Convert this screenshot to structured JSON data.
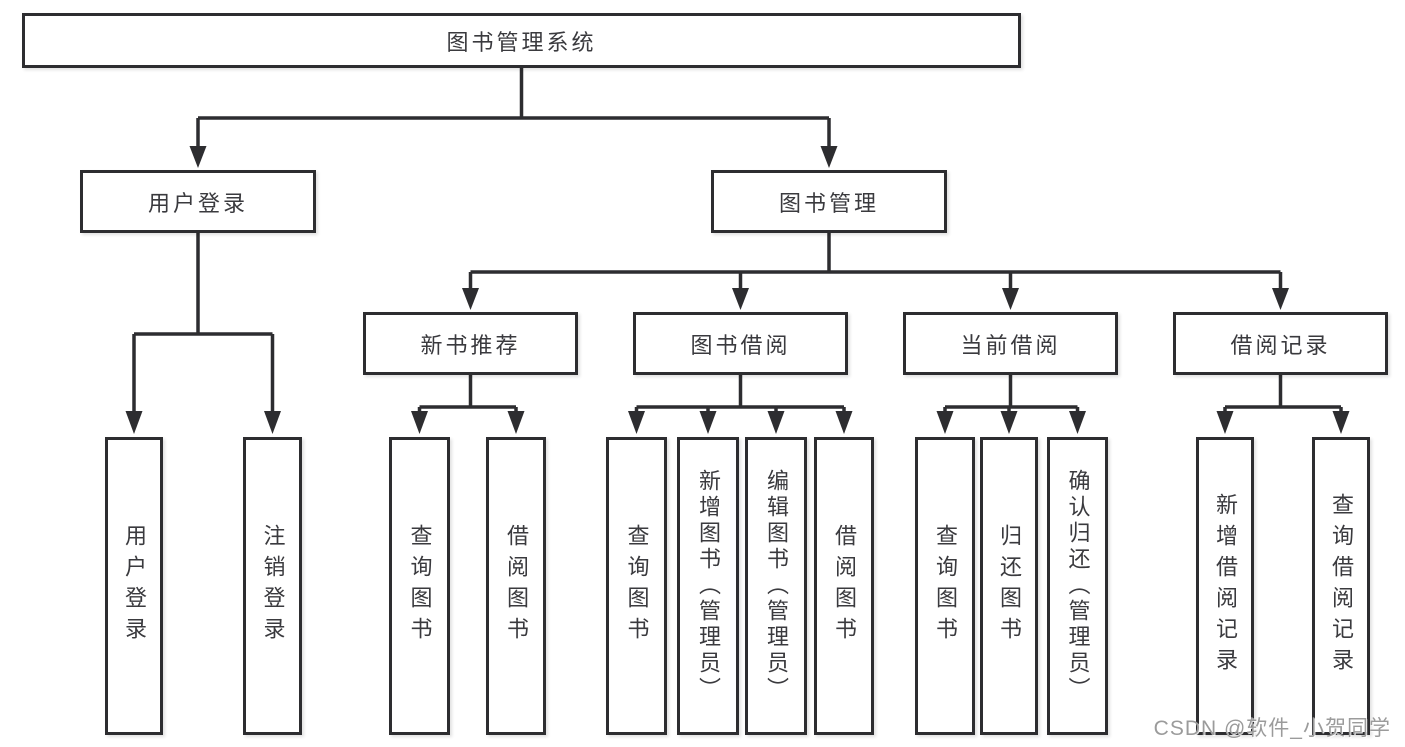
{
  "diagram": {
    "type": "hierarchy-tree",
    "root": {
      "label": "图书管理系统"
    },
    "level1": [
      {
        "label": "用户登录"
      },
      {
        "label": "图书管理"
      }
    ],
    "level2": [
      {
        "label": "新书推荐",
        "parent": "图书管理"
      },
      {
        "label": "图书借阅",
        "parent": "图书管理"
      },
      {
        "label": "当前借阅",
        "parent": "图书管理"
      },
      {
        "label": "借阅记录",
        "parent": "图书管理"
      }
    ],
    "leaves": {
      "user_login": [
        {
          "label": "用户登录"
        },
        {
          "label": "注销登录"
        }
      ],
      "new_book": [
        {
          "label": "查询图书"
        },
        {
          "label": "借阅图书"
        }
      ],
      "book_borrow": [
        {
          "label": "查询图书"
        },
        {
          "label": "新增图书（管理员）"
        },
        {
          "label": "编辑图书（管理员）"
        },
        {
          "label": "借阅图书"
        }
      ],
      "current_borrow": [
        {
          "label": "查询图书"
        },
        {
          "label": "归还图书"
        },
        {
          "label": "确认归还（管理员）"
        }
      ],
      "borrow_record": [
        {
          "label": "新增借阅记录"
        },
        {
          "label": "查询借阅记录"
        }
      ]
    },
    "edges": [
      [
        "图书管理系统",
        "用户登录"
      ],
      [
        "图书管理系统",
        "图书管理"
      ],
      [
        "用户登录",
        "用户登录"
      ],
      [
        "用户登录",
        "注销登录"
      ],
      [
        "图书管理",
        "新书推荐"
      ],
      [
        "图书管理",
        "图书借阅"
      ],
      [
        "图书管理",
        "当前借阅"
      ],
      [
        "图书管理",
        "借阅记录"
      ],
      [
        "新书推荐",
        "查询图书"
      ],
      [
        "新书推荐",
        "借阅图书"
      ],
      [
        "图书借阅",
        "查询图书"
      ],
      [
        "图书借阅",
        "新增图书（管理员）"
      ],
      [
        "图书借阅",
        "编辑图书（管理员）"
      ],
      [
        "图书借阅",
        "借阅图书"
      ],
      [
        "当前借阅",
        "查询图书"
      ],
      [
        "当前借阅",
        "归还图书"
      ],
      [
        "当前借阅",
        "确认归还（管理员）"
      ],
      [
        "借阅记录",
        "新增借阅记录"
      ],
      [
        "借阅记录",
        "查询借阅记录"
      ]
    ],
    "colors": {
      "line": "#2d2d30",
      "box_border": "#2d2d30",
      "box_background": "#ffffff",
      "text": "#3a3a3e",
      "background": "#ffffff"
    }
  },
  "watermark": {
    "text": "CSDN @软件_小贺同学",
    "color": "#9b9b9b"
  }
}
